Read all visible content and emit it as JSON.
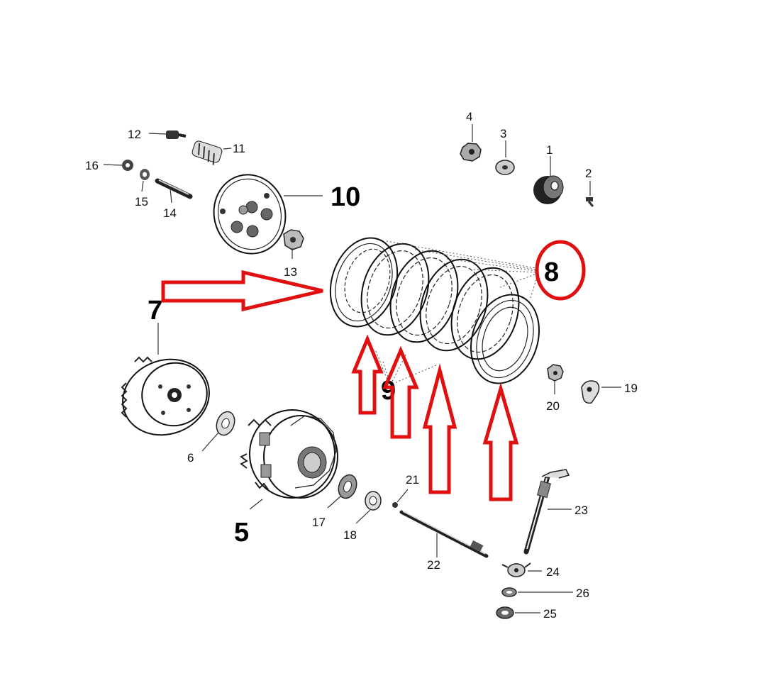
{
  "callouts": {
    "c1": "1",
    "c2": "2",
    "c3": "3",
    "c4": "4",
    "c5": "5",
    "c6": "6",
    "c7": "7",
    "c8": "8",
    "c9": "9",
    "c10": "10",
    "c11": "11",
    "c12": "12",
    "c13": "13",
    "c14": "14",
    "c15": "15",
    "c16": "16",
    "c17": "17",
    "c18": "18",
    "c19": "19",
    "c20": "20",
    "c21": "21",
    "c22": "22",
    "c23": "23",
    "c24": "24",
    "c25": "25",
    "c26": "26"
  },
  "highlight": {
    "color": "#e01010",
    "circled_callout": "8",
    "arrow_count": 5
  }
}
